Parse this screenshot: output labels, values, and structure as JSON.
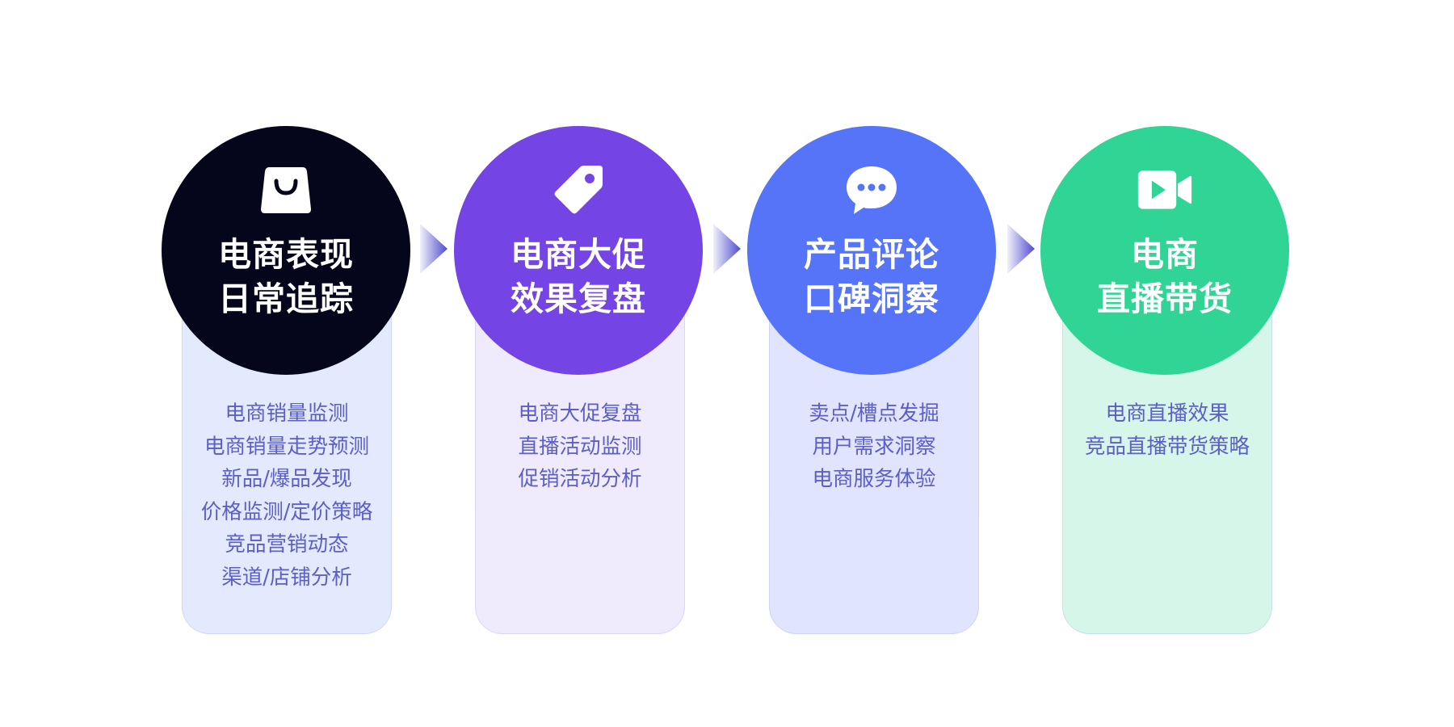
{
  "steps": [
    {
      "icon": "shopping-bag-icon",
      "title_line1": "电商表现",
      "title_line2": "日常追踪",
      "circle_color": "#05061b",
      "card_color": "#e3eafd",
      "items": [
        "电商销量监测",
        "电商销量走势预测",
        "新品/爆品发现",
        "价格监测/定价策略",
        "竞品营销动态",
        "渠道/店铺分析"
      ]
    },
    {
      "icon": "price-tag-icon",
      "title_line1": "电商大促",
      "title_line2": "效果复盘",
      "circle_color": "#7444e5",
      "card_color": "#efebfc",
      "items": [
        "电商大促复盘",
        "直播活动监测",
        "促销活动分析"
      ]
    },
    {
      "icon": "chat-bubble-icon",
      "title_line1": "产品评论",
      "title_line2": "口碑洞察",
      "circle_color": "#5674f7",
      "card_color": "#e0e4fd",
      "items": [
        "卖点/槽点发掘",
        "用户需求洞察",
        "电商服务体验"
      ]
    },
    {
      "icon": "video-camera-icon",
      "title_line1": "电商",
      "title_line2": "直播带货",
      "circle_color": "#30d595",
      "card_color": "#d6f6ea",
      "items": [
        "电商直播效果",
        "竞品直播带货策略"
      ]
    }
  ],
  "arrow_color": "#4f4bd0",
  "item_text_color": "#5b5fc7"
}
